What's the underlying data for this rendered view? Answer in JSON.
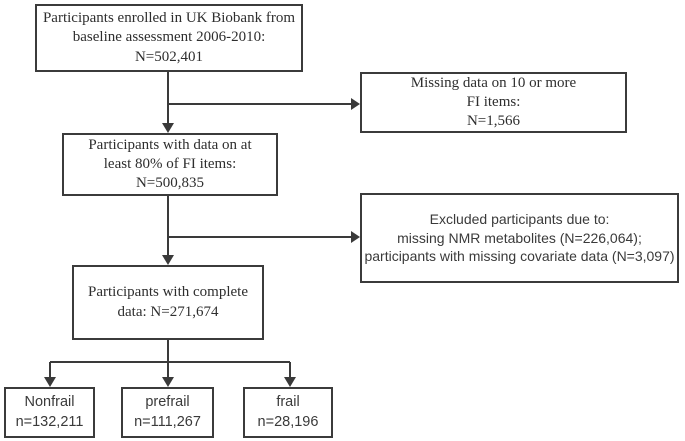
{
  "diagram": {
    "type": "flowchart",
    "description": "Participant selection flow diagram, UK Biobank frailty study",
    "colors": {
      "line": "#3a3a3a",
      "border": "#3b3b3b",
      "text": "#2e2e2e",
      "background": "#ffffff"
    },
    "boxes": {
      "enrolled": {
        "lines": {
          "0": "Participants enrolled in UK Biobank from",
          "1": "baseline assessment 2006-2010:",
          "2": "N=502,401"
        },
        "n": 502401
      },
      "missing_fi": {
        "lines": {
          "0": "Missing data on 10 or more",
          "1": "FI items:",
          "2": "N=1,566"
        },
        "n": 1566
      },
      "fi80": {
        "lines": {
          "0": "Participants with data on at",
          "1": "least 80% of FI items:",
          "2": "N=500,835"
        },
        "n": 500835
      },
      "excluded": {
        "lines": {
          "0": "Excluded participants due to:",
          "1": "missing NMR metabolites (N=226,064);",
          "2": "participants with missing covariate data (N=3,097)"
        },
        "n_missing_nmr": 226064,
        "n_missing_covariates": 3097
      },
      "complete": {
        "lines": {
          "0": "Participants with complete",
          "1": "data: N=271,674"
        },
        "n": 271674
      },
      "nonfrail": {
        "lines": {
          "0": "Nonfrail",
          "1": "n=132,211"
        },
        "n": 132211
      },
      "prefrail": {
        "lines": {
          "0": "prefrail",
          "1": "n=111,267"
        },
        "n": 111267
      },
      "frail": {
        "lines": {
          "0": "frail",
          "1": "n=28,196"
        },
        "n": 28196
      }
    }
  }
}
